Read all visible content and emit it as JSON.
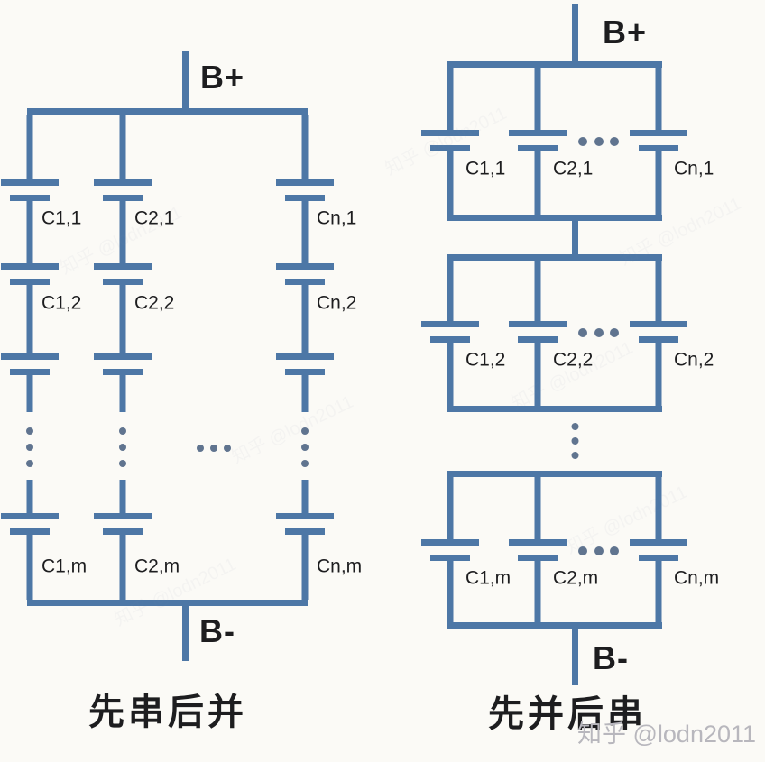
{
  "colors": {
    "wire": "#4d77a6",
    "dot": "#60748f",
    "text": "#1d1d1f",
    "watermark": "#b8b7bd",
    "background": "#fbfaf6"
  },
  "left_diagram": {
    "title": "先串后并",
    "terminal_positive": "B+",
    "terminal_negative": "B-",
    "cell_labels": {
      "row1": [
        "C1,1",
        "C2,1",
        "Cn,1"
      ],
      "row2": [
        "C1,2",
        "C2,2",
        "Cn,2"
      ],
      "rowm": [
        "C1,m",
        "C2,m",
        "Cn,m"
      ]
    }
  },
  "right_diagram": {
    "title": "先并后串",
    "terminal_positive": "B+",
    "terminal_negative": "B-",
    "cell_labels": {
      "group1": [
        "C1,1",
        "C2,1",
        "Cn,1"
      ],
      "group2": [
        "C1,2",
        "C2,2",
        "Cn,2"
      ],
      "groupm": [
        "C1,m",
        "C2,m",
        "Cn,m"
      ]
    }
  },
  "watermark": "知乎 @lodn2011"
}
